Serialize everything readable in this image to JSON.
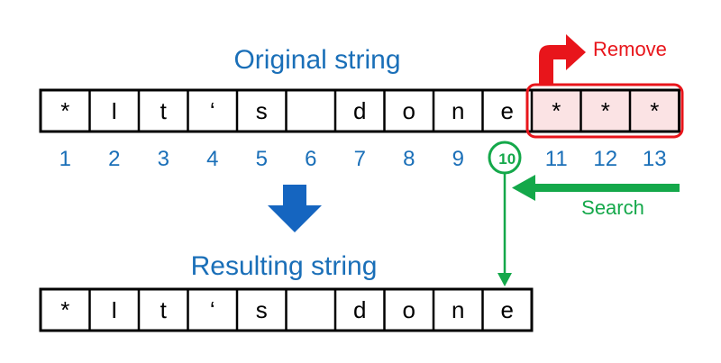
{
  "original": {
    "title": "Original string",
    "chars": [
      "*",
      "I",
      "t",
      "‘",
      "s",
      "",
      "d",
      "o",
      "n",
      "e",
      "*",
      "*",
      "*"
    ],
    "indices": [
      "1",
      "2",
      "3",
      "4",
      "5",
      "6",
      "7",
      "8",
      "9",
      "10",
      "11",
      "12",
      "13"
    ],
    "removed_from_index": 11
  },
  "result": {
    "title": "Resulting string",
    "chars": [
      "*",
      "I",
      "t",
      "‘",
      "s",
      "",
      "d",
      "o",
      "n",
      "e"
    ]
  },
  "labels": {
    "remove": "Remove",
    "search": "Search"
  },
  "colors": {
    "title_blue": "#1a6fb8",
    "index_blue": "#1a6fb8",
    "remove_red": "#e8151b",
    "remove_fill": "#fbe3e4",
    "search_green": "#14a84a",
    "arrow_blue": "#1565c0",
    "box_border": "#000000"
  },
  "icons": {
    "down_arrow": "big-down-arrow-icon",
    "remove_arrow": "curved-up-right-arrow-icon",
    "search_arrow": "left-arrow-icon"
  }
}
